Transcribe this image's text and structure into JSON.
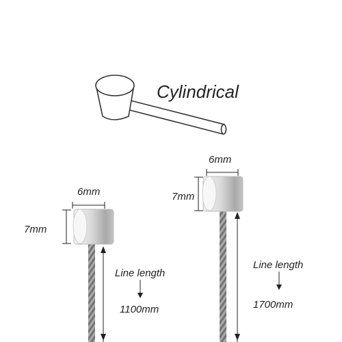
{
  "header": {
    "type_label": "Cylindrical"
  },
  "left_cable": {
    "width_label": "6mm",
    "height_label": "7mm",
    "length_caption": "Line length",
    "length_value": "1100mm"
  },
  "right_cable": {
    "width_label": "6mm",
    "height_label": "7mm",
    "length_caption": "Line length",
    "length_value": "1700mm"
  },
  "colors": {
    "text": "#222222",
    "metal_light": "#f2f2f2",
    "metal_dark": "#9a9a9a",
    "cable": "#8a8a8a"
  }
}
